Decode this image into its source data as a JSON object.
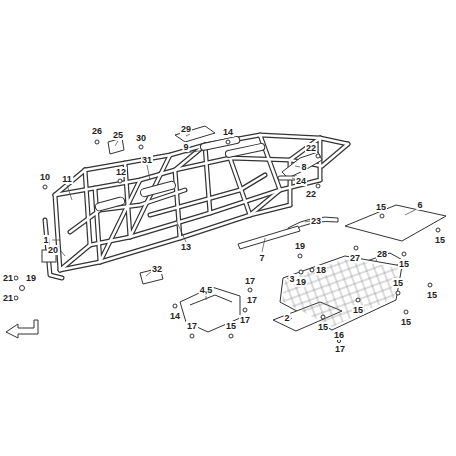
{
  "diagram": {
    "labels": [
      "26",
      "25",
      "30",
      "29",
      "14",
      "22",
      "9",
      "8",
      "31",
      "12",
      "10",
      "11",
      "24",
      "22",
      "23",
      "15",
      "6",
      "1",
      "20",
      "13",
      "19",
      "7",
      "18",
      "19",
      "27",
      "28",
      "15",
      "15",
      "21",
      "19",
      "21",
      "32",
      "4,5",
      "17",
      "17",
      "3",
      "15",
      "15",
      "14",
      "17",
      "2",
      "15",
      "15",
      "15",
      "16",
      "17",
      "17",
      "15"
    ]
  }
}
